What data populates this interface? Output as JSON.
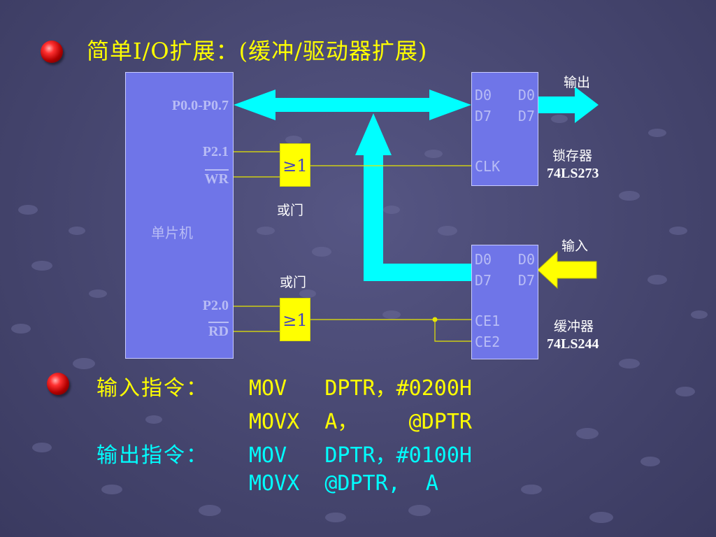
{
  "title": "简单I/O扩展：(缓冲/驱动器扩展)",
  "mcu": {
    "label": "单片机",
    "port0": "P0.0-P0.7",
    "p21": "P2.1",
    "wr": "WR",
    "p20": "P2.0",
    "rd": "RD"
  },
  "gates": {
    "symbol": "≥1",
    "label_top": "或门",
    "label_bottom": "或门"
  },
  "latch": {
    "d0_left": "D0",
    "d7_left": "D7",
    "d0_right": "D0",
    "d7_right": "D7",
    "clk": "CLK",
    "name": "锁存器",
    "part": "74LS273",
    "out_label": "输出"
  },
  "buffer": {
    "d0_left": "D0",
    "d7_left": "D7",
    "d0_right": "D0",
    "d7_right": "D7",
    "ce1": "CE1",
    "ce2": "CE2",
    "name": "缓冲器",
    "part": "74LS244",
    "in_label": "输入"
  },
  "instructions": {
    "input_label": "输入指令：",
    "input_line1": "MOV   DPTR，#0200H",
    "input_line2": "MOVX  A，    @DPTR",
    "output_label": "输出指令：",
    "output_line1": "MOV   DPTR，#0100H",
    "output_line2": "MOVX  @DPTR,  A"
  },
  "colors": {
    "title": "#ffff00",
    "input_label": "#ffff00",
    "output_label": "#00ffff",
    "code": "#ffff00",
    "bus": "#00ffff",
    "box": "#6f75e8",
    "gate": "#ffff00"
  }
}
